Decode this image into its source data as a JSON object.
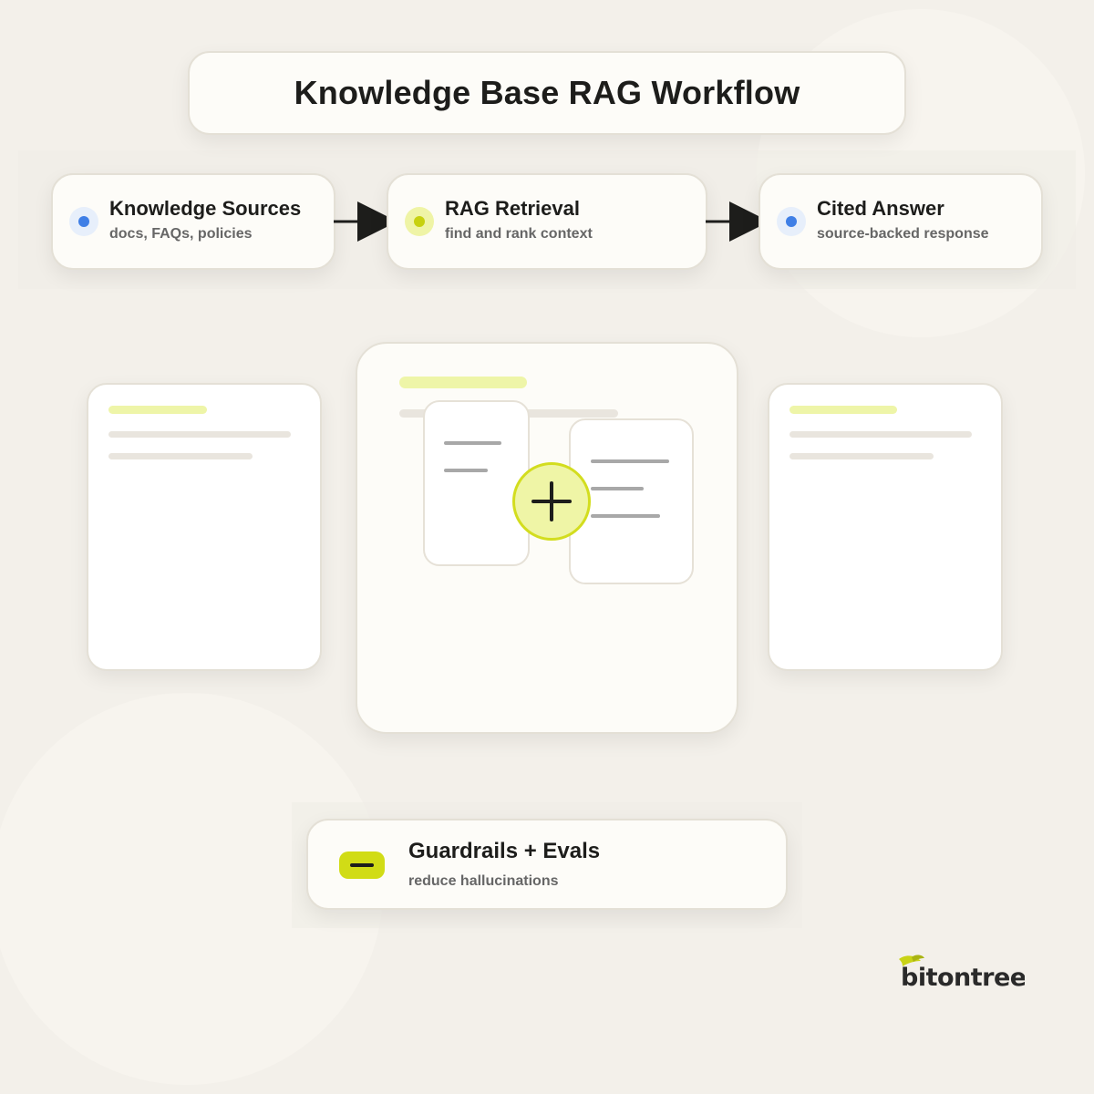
{
  "title": "Knowledge Base RAG Workflow",
  "steps": [
    {
      "title": "Knowledge Sources",
      "subtitle": "docs, FAQs, policies",
      "dot_color": "#3f7fe6",
      "halo_color": "#e7effb"
    },
    {
      "title": "RAG Retrieval",
      "subtitle": "find and rank context",
      "dot_color": "#c7d10f",
      "halo_color": "#eff4a6"
    },
    {
      "title": "Cited Answer",
      "subtitle": "source-backed response",
      "dot_color": "#3f7fe6",
      "halo_color": "#e7effb"
    }
  ],
  "center_action_icon": "plus-icon",
  "guardrails": {
    "title": "Guardrails + Evals",
    "subtitle": "reduce hallucinations",
    "icon": "minus-icon"
  },
  "brand": {
    "logo_text": "bitontree"
  },
  "colors": {
    "accent": "#d3dd1f",
    "blue": "#3f7fe6",
    "background": "#f3f0ea"
  }
}
